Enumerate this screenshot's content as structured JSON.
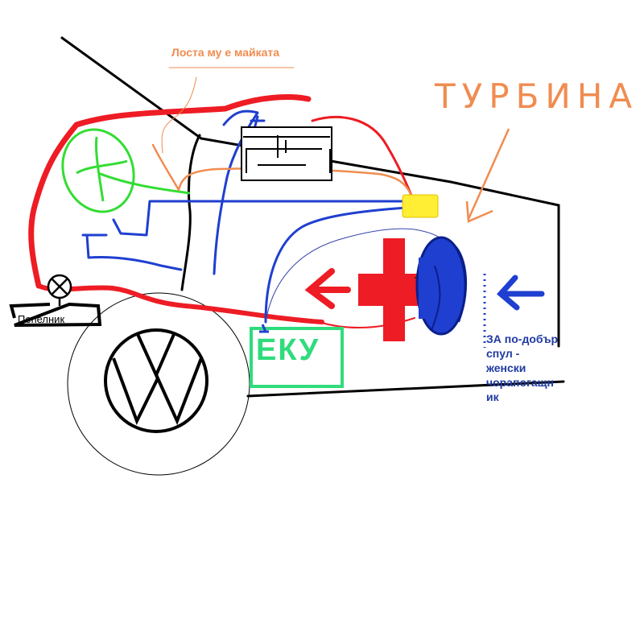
{
  "labels": {
    "mother": "Лоста му е майката",
    "ashtray": "Пепелник",
    "ecu": "ЕКУ",
    "turbine": "ТУРБИНА",
    "note_lines": [
      "ЗА по-добър",
      "спул -",
      "женски",
      "чорапогащн",
      "ик"
    ]
  },
  "colors": {
    "red": "#ee1c24",
    "blue": "#1f3fd0",
    "orange": "#f08c50",
    "green": "#33dd33",
    "ecu_green": "#2fdc7c",
    "yellow": "#ffee33",
    "black": "#000000",
    "note_blue": "#1f3aa0"
  },
  "icons": [
    "vw-logo-icon",
    "lamp-icon",
    "battery-icon",
    "arrow-icon"
  ]
}
